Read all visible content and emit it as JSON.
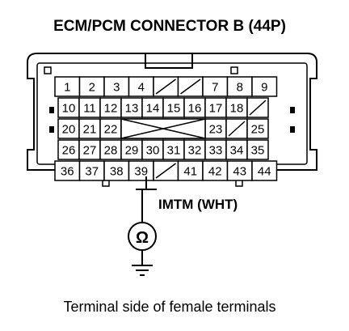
{
  "title": "ECM/PCM CONNECTOR B (44P)",
  "probe_label": "IMTM (WHT)",
  "caption": "Terminal side of female terminals",
  "meter_icon": "ohm-meter-icon",
  "ground_icon": "ground-icon",
  "colors": {
    "line": "#000000",
    "background": "#ffffff"
  },
  "connector": {
    "rows": [
      [
        "1",
        "2",
        "3",
        "4",
        "",
        "",
        "7",
        "8",
        "9"
      ],
      [
        "10",
        "11",
        "12",
        "13",
        "14",
        "15",
        "16",
        "17",
        "18",
        ""
      ],
      [
        "20",
        "21",
        "22",
        "",
        "",
        "",
        "",
        "23",
        "",
        "25"
      ],
      [
        "26",
        "27",
        "28",
        "29",
        "30",
        "31",
        "32",
        "33",
        "34",
        "35"
      ],
      [
        "36",
        "37",
        "38",
        "39",
        "",
        "41",
        "42",
        "43",
        "44"
      ]
    ],
    "probed_terminal": "39"
  }
}
